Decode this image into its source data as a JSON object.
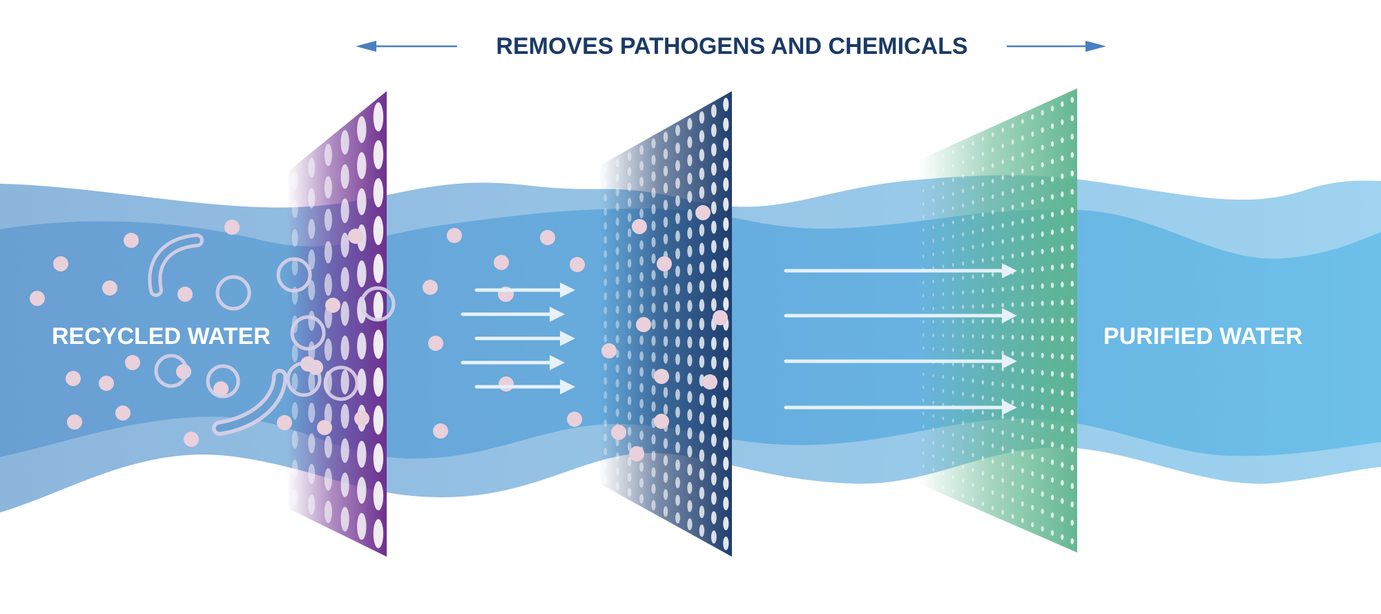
{
  "header": {
    "title": "REMOVES PATHOGENS AND CHEMICALS",
    "title_color": "#1b3a66",
    "arrow_color": "#4a7fc0"
  },
  "labels": {
    "input": "RECYCLED WATER",
    "output": "PURIFIED WATER",
    "label_color": "#ffffff"
  },
  "colors": {
    "stream_outer_left": "#8db6dd",
    "stream_inner_left": "#6a9fd2",
    "stream_outer_right": "#9fd3f0",
    "stream_inner_right": "#6dc0e9",
    "filter_1": "#6e2f8f",
    "filter_2": "#1f3e6e",
    "filter_3": "#5cb48c",
    "particle": "#e9d0da",
    "pathogen_outline": "#d9d1e6",
    "flow_arrow": "#e6f1fa"
  },
  "icons": {
    "direction_left": "arrow-left-icon",
    "direction_right": "arrow-right-icon",
    "contaminant": "particle-dot-icon",
    "pathogen": "bacteria-icon",
    "flow": "flow-arrow-icon"
  }
}
